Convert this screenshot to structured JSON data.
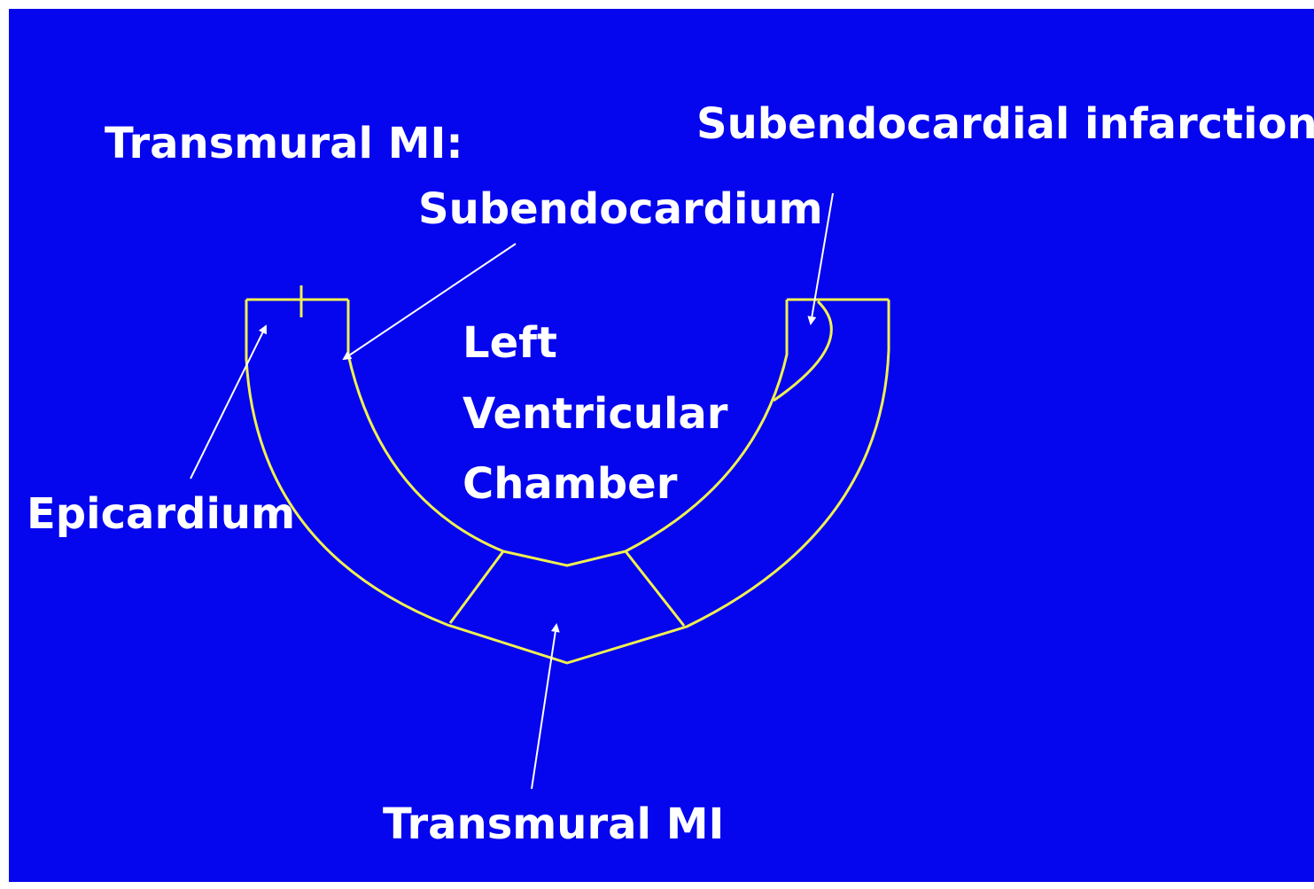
{
  "colors": {
    "background": "#0505ee",
    "outline": "#f0f050",
    "text": "#ffffff",
    "arrow": "#ffffff"
  },
  "labels": {
    "heading": "Transmural MI:",
    "subendocardial_infarction": "Subendocardial infarction",
    "subendocardium": "Subendocardium",
    "chamber_line1": "Left",
    "chamber_line2": "Ventricular",
    "chamber_line3": "Chamber",
    "epicardium": "Epicardium",
    "transmural_mi": "Transmural MI"
  }
}
